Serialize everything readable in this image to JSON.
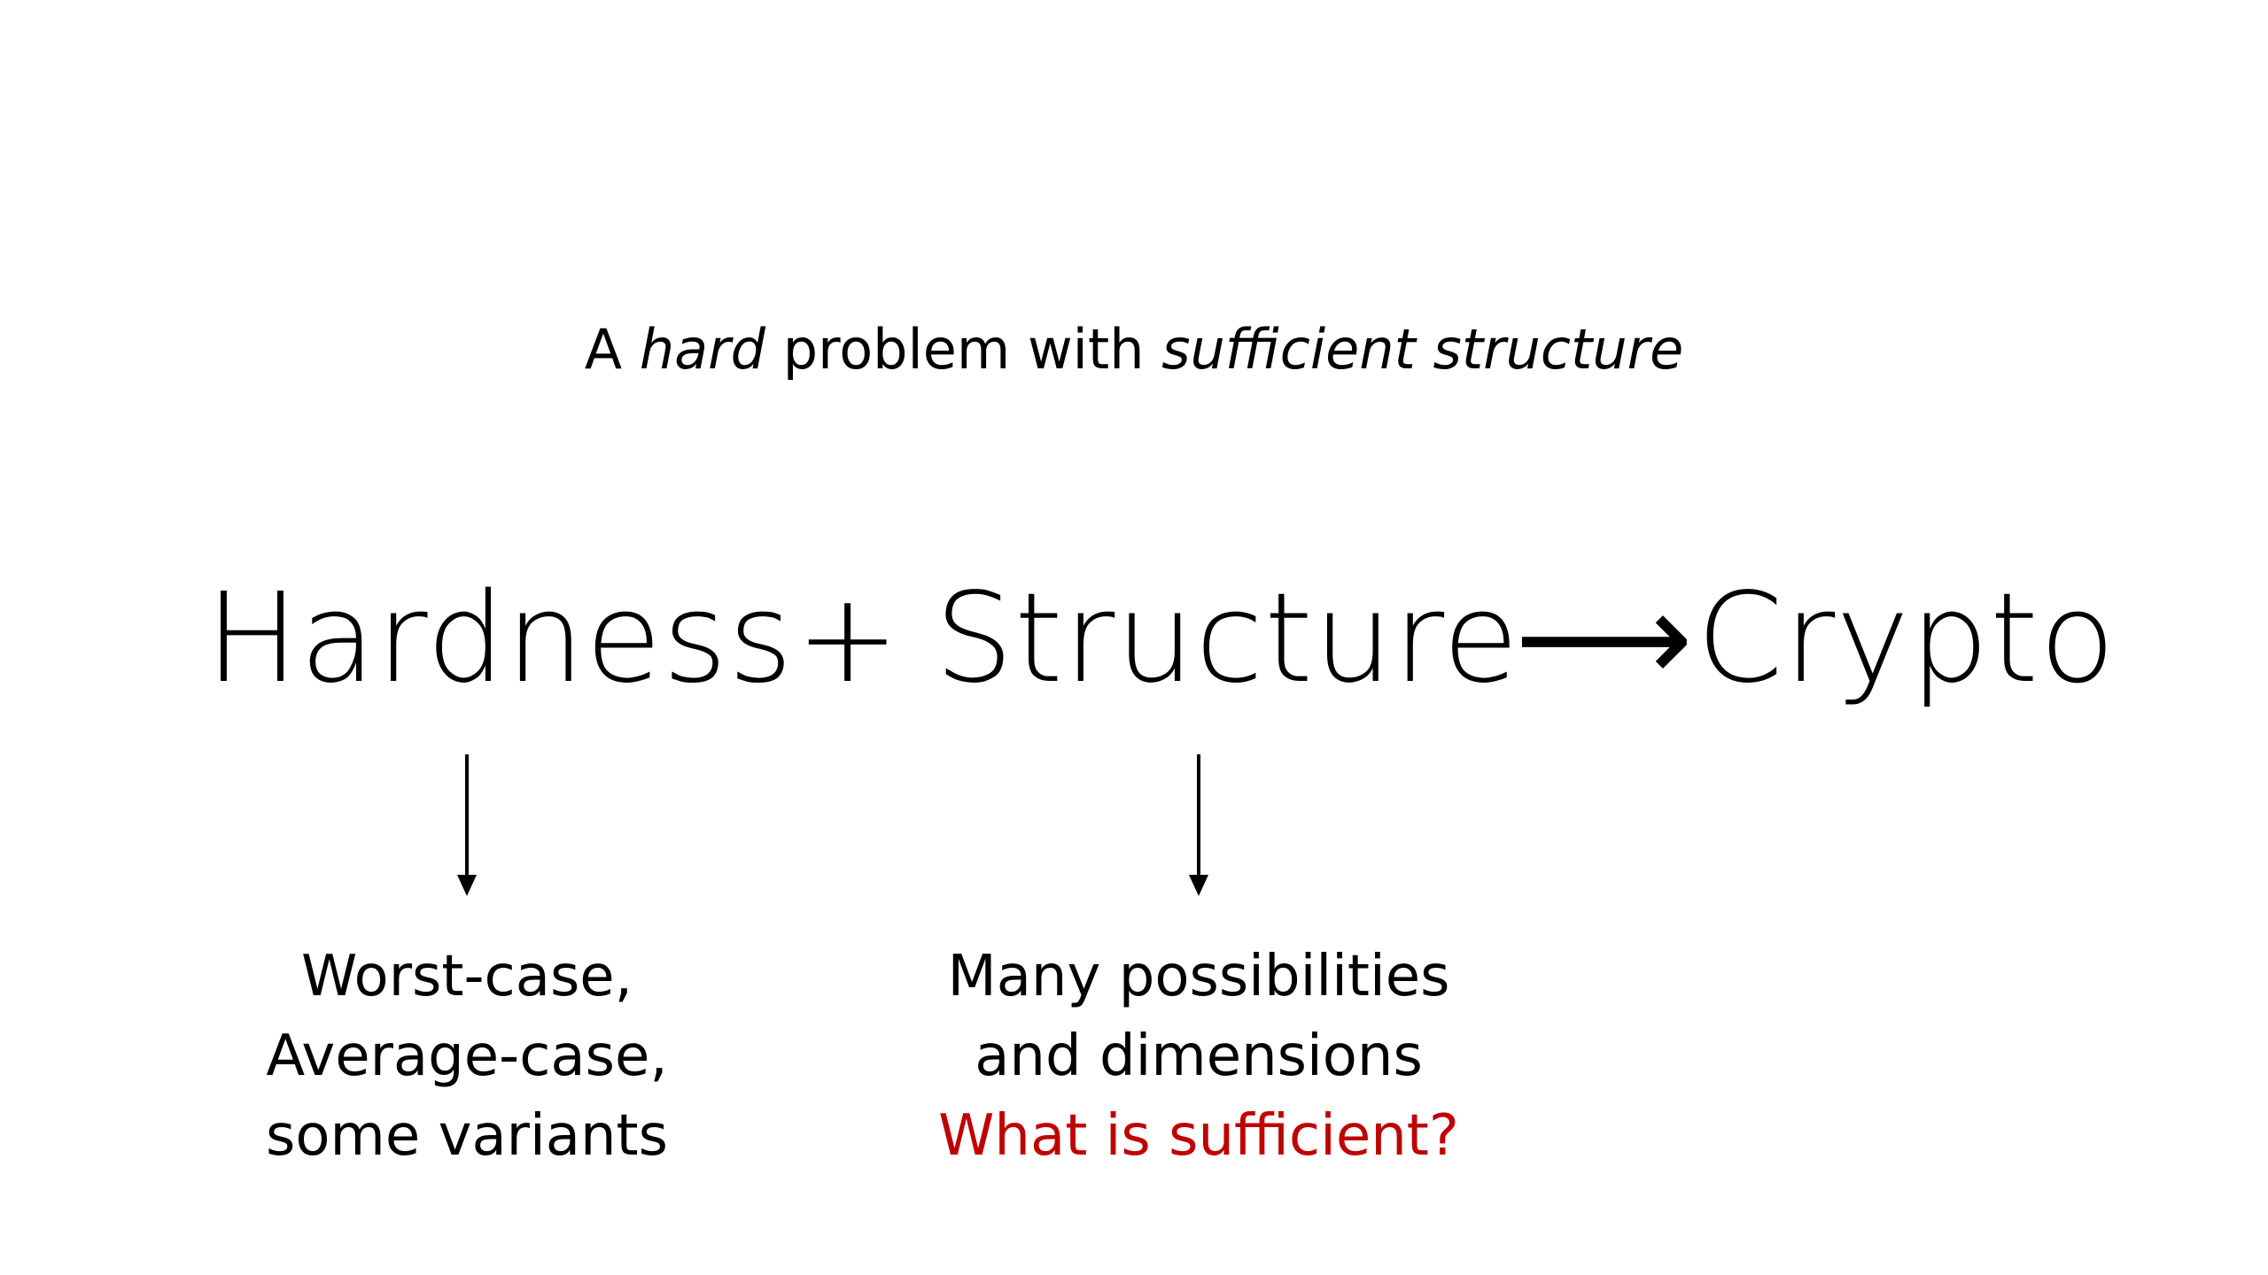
{
  "subtitle": {
    "part1": "A ",
    "hard": "hard",
    "part2": " problem with ",
    "sufficient_structure": "sufficient structure"
  },
  "equation": {
    "hardness": "Hardness",
    "plus": "+",
    "structure": "Structure",
    "arrow": "⟶",
    "crypto": "Crypto"
  },
  "hardness_notes": [
    "Worst-case,",
    "Average-case,",
    "some variants"
  ],
  "structure_notes": [
    "Many possibilities",
    "and dimensions",
    "What is sufficient?"
  ],
  "colors": {
    "question_red": "#c00000",
    "text": "#000000",
    "background": "#ffffff"
  }
}
